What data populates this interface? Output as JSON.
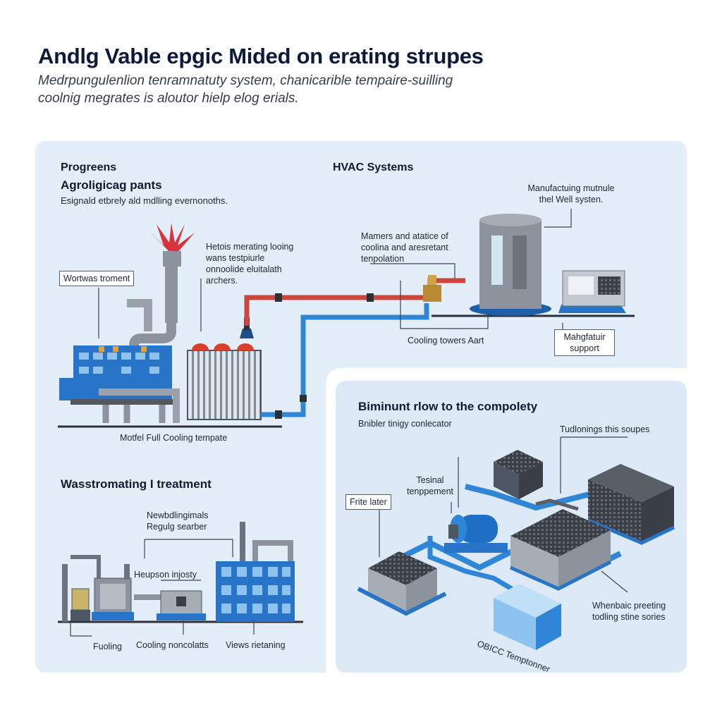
{
  "header": {
    "title": "Andlg Vable epgic Mided on erating strupes",
    "subtitle": "Medrpungulenlion tenramnatuty system, chanicarible tempaire-suilling coolnig megrates is aloutor hielp elog erials."
  },
  "agro": {
    "heading1": "Progreens",
    "heading2": "Agroligicag pants",
    "desc": "Esignald etbrely ald mdlling evernonoths.",
    "callout_left": "Wortwas troment",
    "callout_mid": "Hetois merating looing wans testpiurle onnoolide eluitalath archers.",
    "caption": "Motfel Full Cooling tempate"
  },
  "hvac": {
    "heading": "HVAC Systems",
    "callout_top": "Manufactuing mutnule thel Well systen.",
    "callout_mid": "Mamers and atatice of coolina and aresretant tenpolation",
    "caption_towers": "Cooling towers Aart",
    "callout_support": "Mahgfatuir support"
  },
  "waste": {
    "heading": "Wasstromating I treatment",
    "callout_top": "Newbdlingimals Regulg searber",
    "callout_mid": "Heupson injosty",
    "label_1": "Fuoling",
    "label_2": "Cooling noncolatts",
    "label_3": "Views rietaning"
  },
  "flow": {
    "heading": "Biminunt rlow to the compolety",
    "sub": "Bnibler tinigy conlecator",
    "callout_right": "Tudlonings this soupes",
    "callout_center": "Tesinal tenppement",
    "callout_left": "Frite later",
    "callout_bottom": "Whenbaic preeting todling stine sories",
    "label_unit": "OBICC Temptonner"
  },
  "colors": {
    "panel": "#e4eef8",
    "pipe_blue": "#2f86d6",
    "pipe_red": "#c9473c",
    "equipment_blue": "#2874c8",
    "steel": "#8d939c"
  }
}
